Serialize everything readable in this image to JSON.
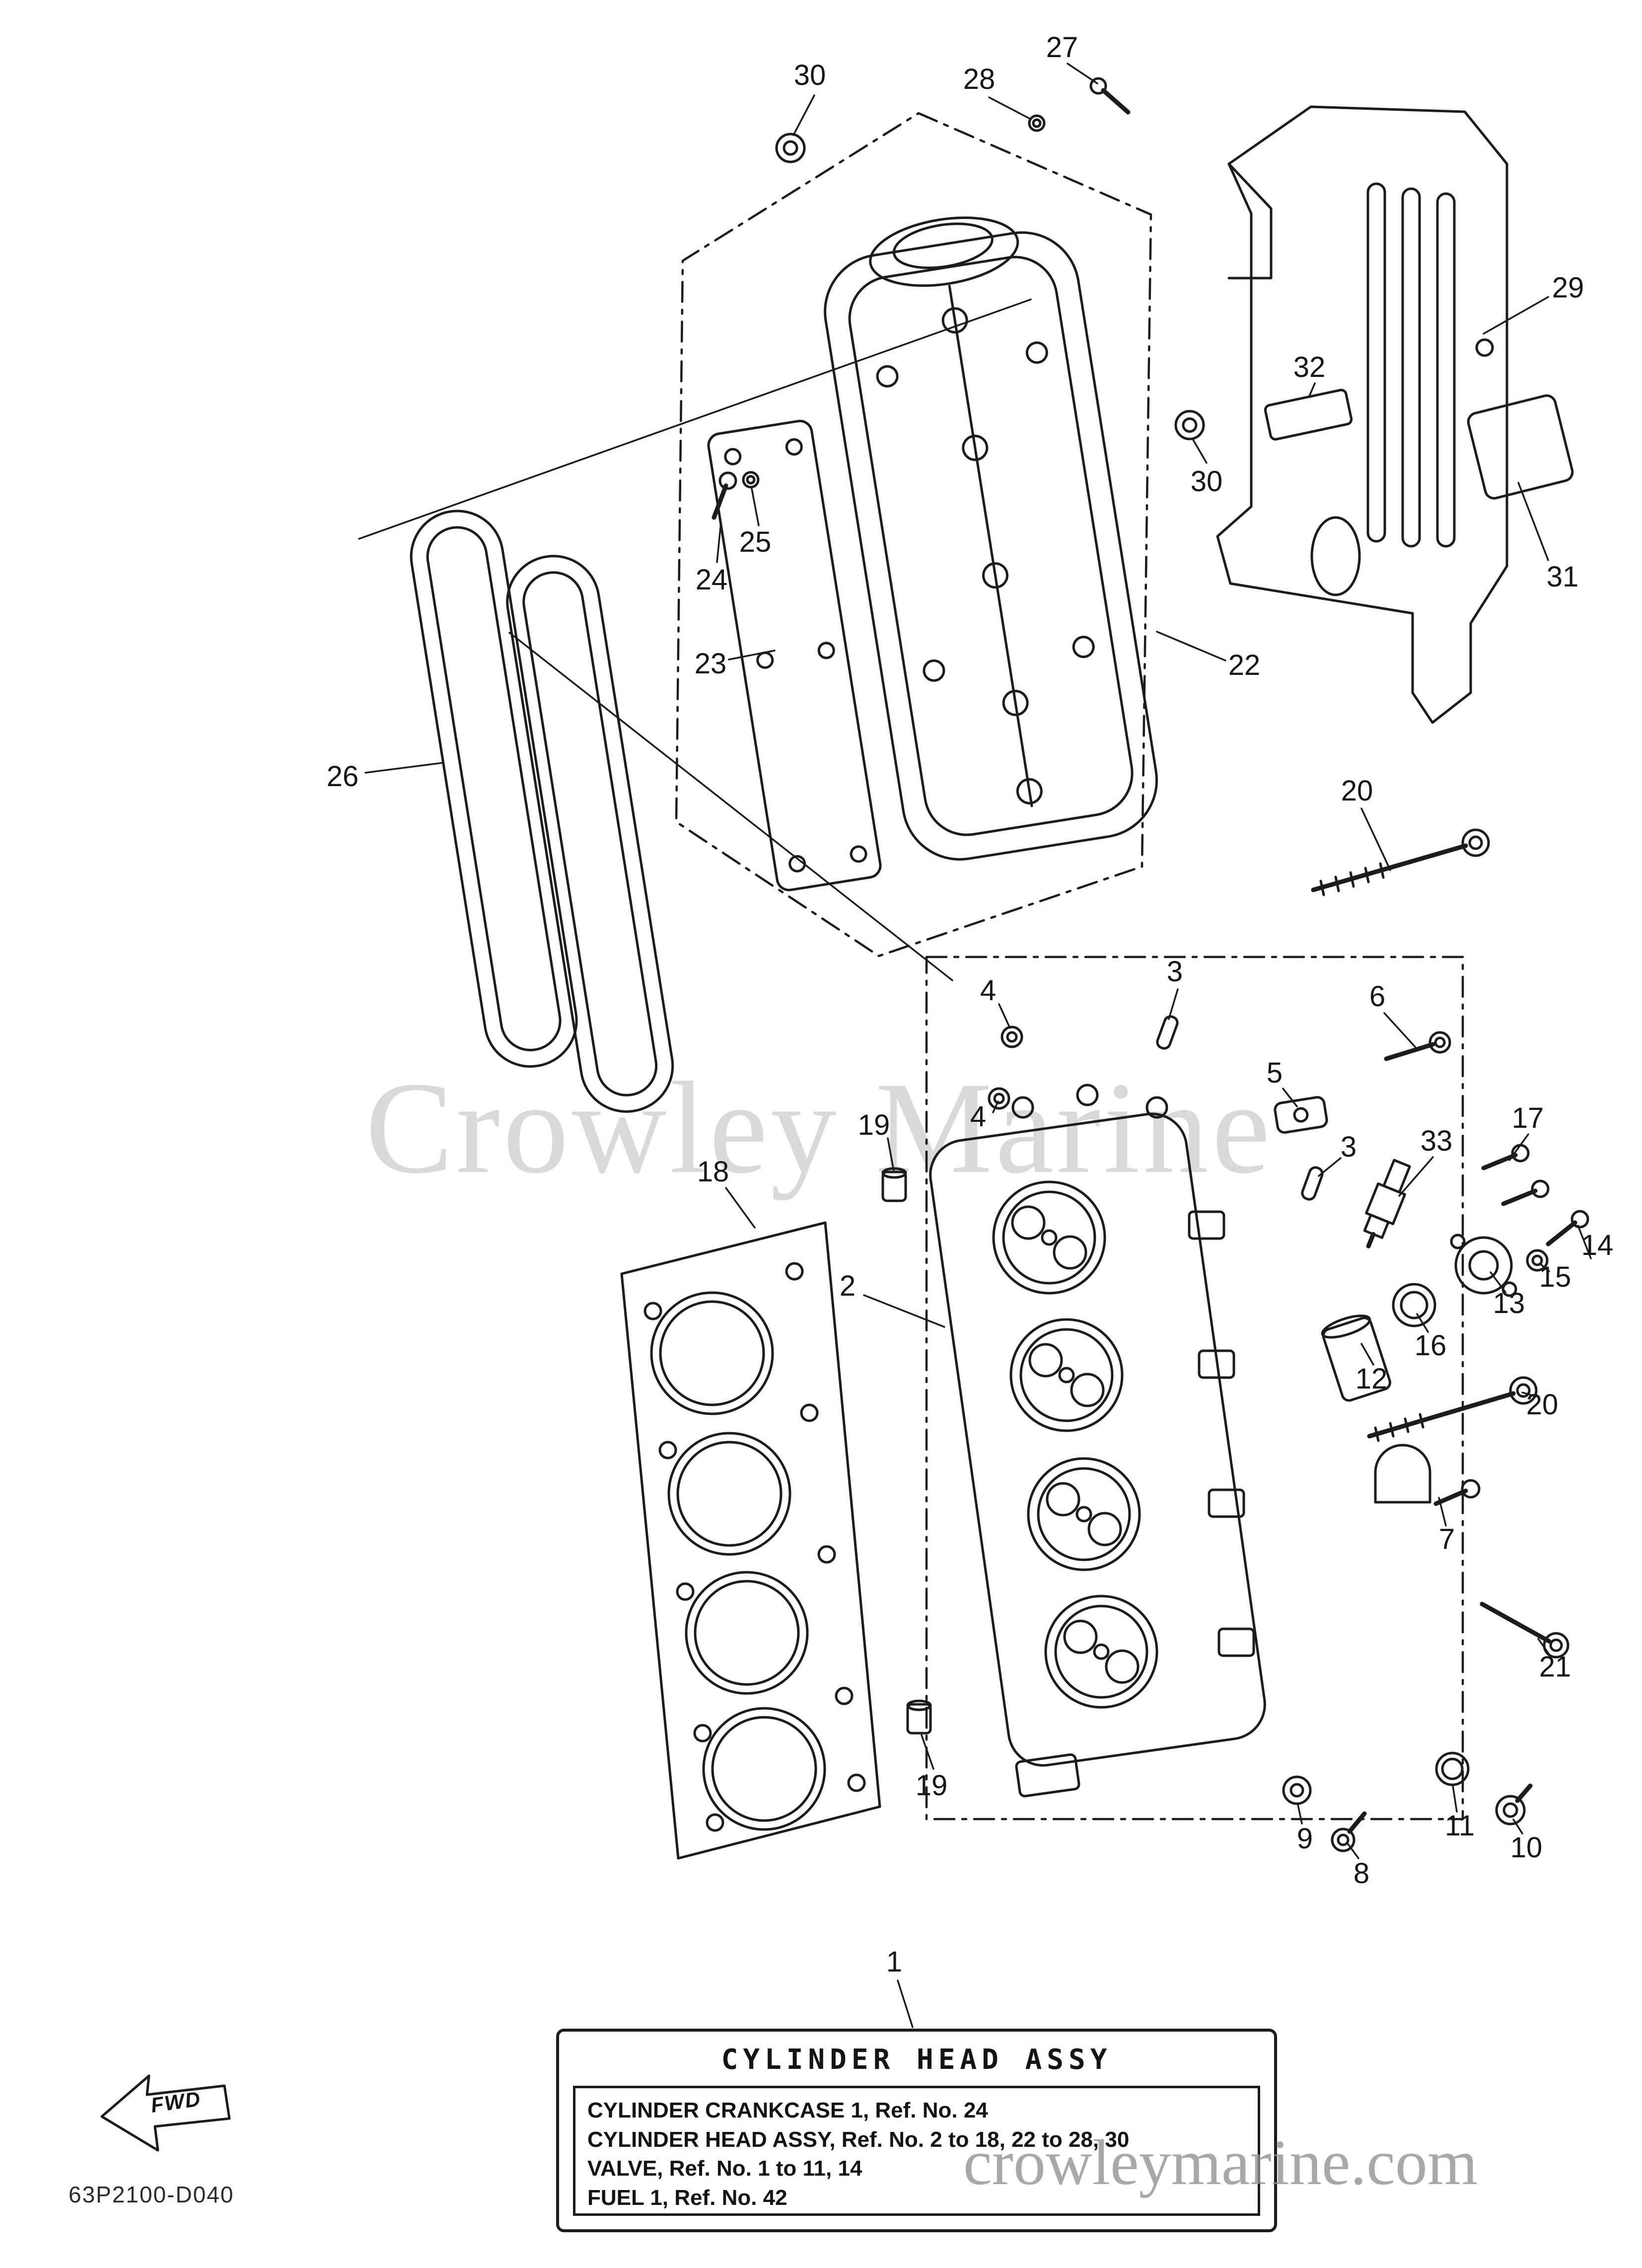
{
  "page": {
    "watermark_center": "Crowley Marine",
    "watermark_bottom": "crowleymarine.com",
    "drawing_code": "63P2100-D040",
    "fwd_label": "FWD"
  },
  "callouts": [
    {
      "n": "30"
    },
    {
      "n": "27"
    },
    {
      "n": "28"
    },
    {
      "n": "29"
    },
    {
      "n": "32"
    },
    {
      "n": "30"
    },
    {
      "n": "25"
    },
    {
      "n": "24"
    },
    {
      "n": "23"
    },
    {
      "n": "22"
    },
    {
      "n": "31"
    },
    {
      "n": "26"
    },
    {
      "n": "20"
    },
    {
      "n": "3"
    },
    {
      "n": "4"
    },
    {
      "n": "6"
    },
    {
      "n": "5"
    },
    {
      "n": "4"
    },
    {
      "n": "17"
    },
    {
      "n": "19"
    },
    {
      "n": "3"
    },
    {
      "n": "33"
    },
    {
      "n": "18"
    },
    {
      "n": "15"
    },
    {
      "n": "14"
    },
    {
      "n": "13"
    },
    {
      "n": "2"
    },
    {
      "n": "12"
    },
    {
      "n": "16"
    },
    {
      "n": "20"
    },
    {
      "n": "7"
    },
    {
      "n": "21"
    },
    {
      "n": "19"
    },
    {
      "n": "9"
    },
    {
      "n": "8"
    },
    {
      "n": "11"
    },
    {
      "n": "10"
    },
    {
      "n": "1"
    }
  ],
  "info_box": {
    "title": "CYLINDER HEAD ASSY",
    "lines": [
      "CYLINDER CRANKCASE 1, Ref. No. 24",
      "CYLINDER HEAD ASSY,  Ref. No. 2 to 18, 22 to 28, 30",
      "VALVE, Ref. No. 1 to 11, 14",
      "FUEL 1, Ref. No. 42"
    ]
  }
}
